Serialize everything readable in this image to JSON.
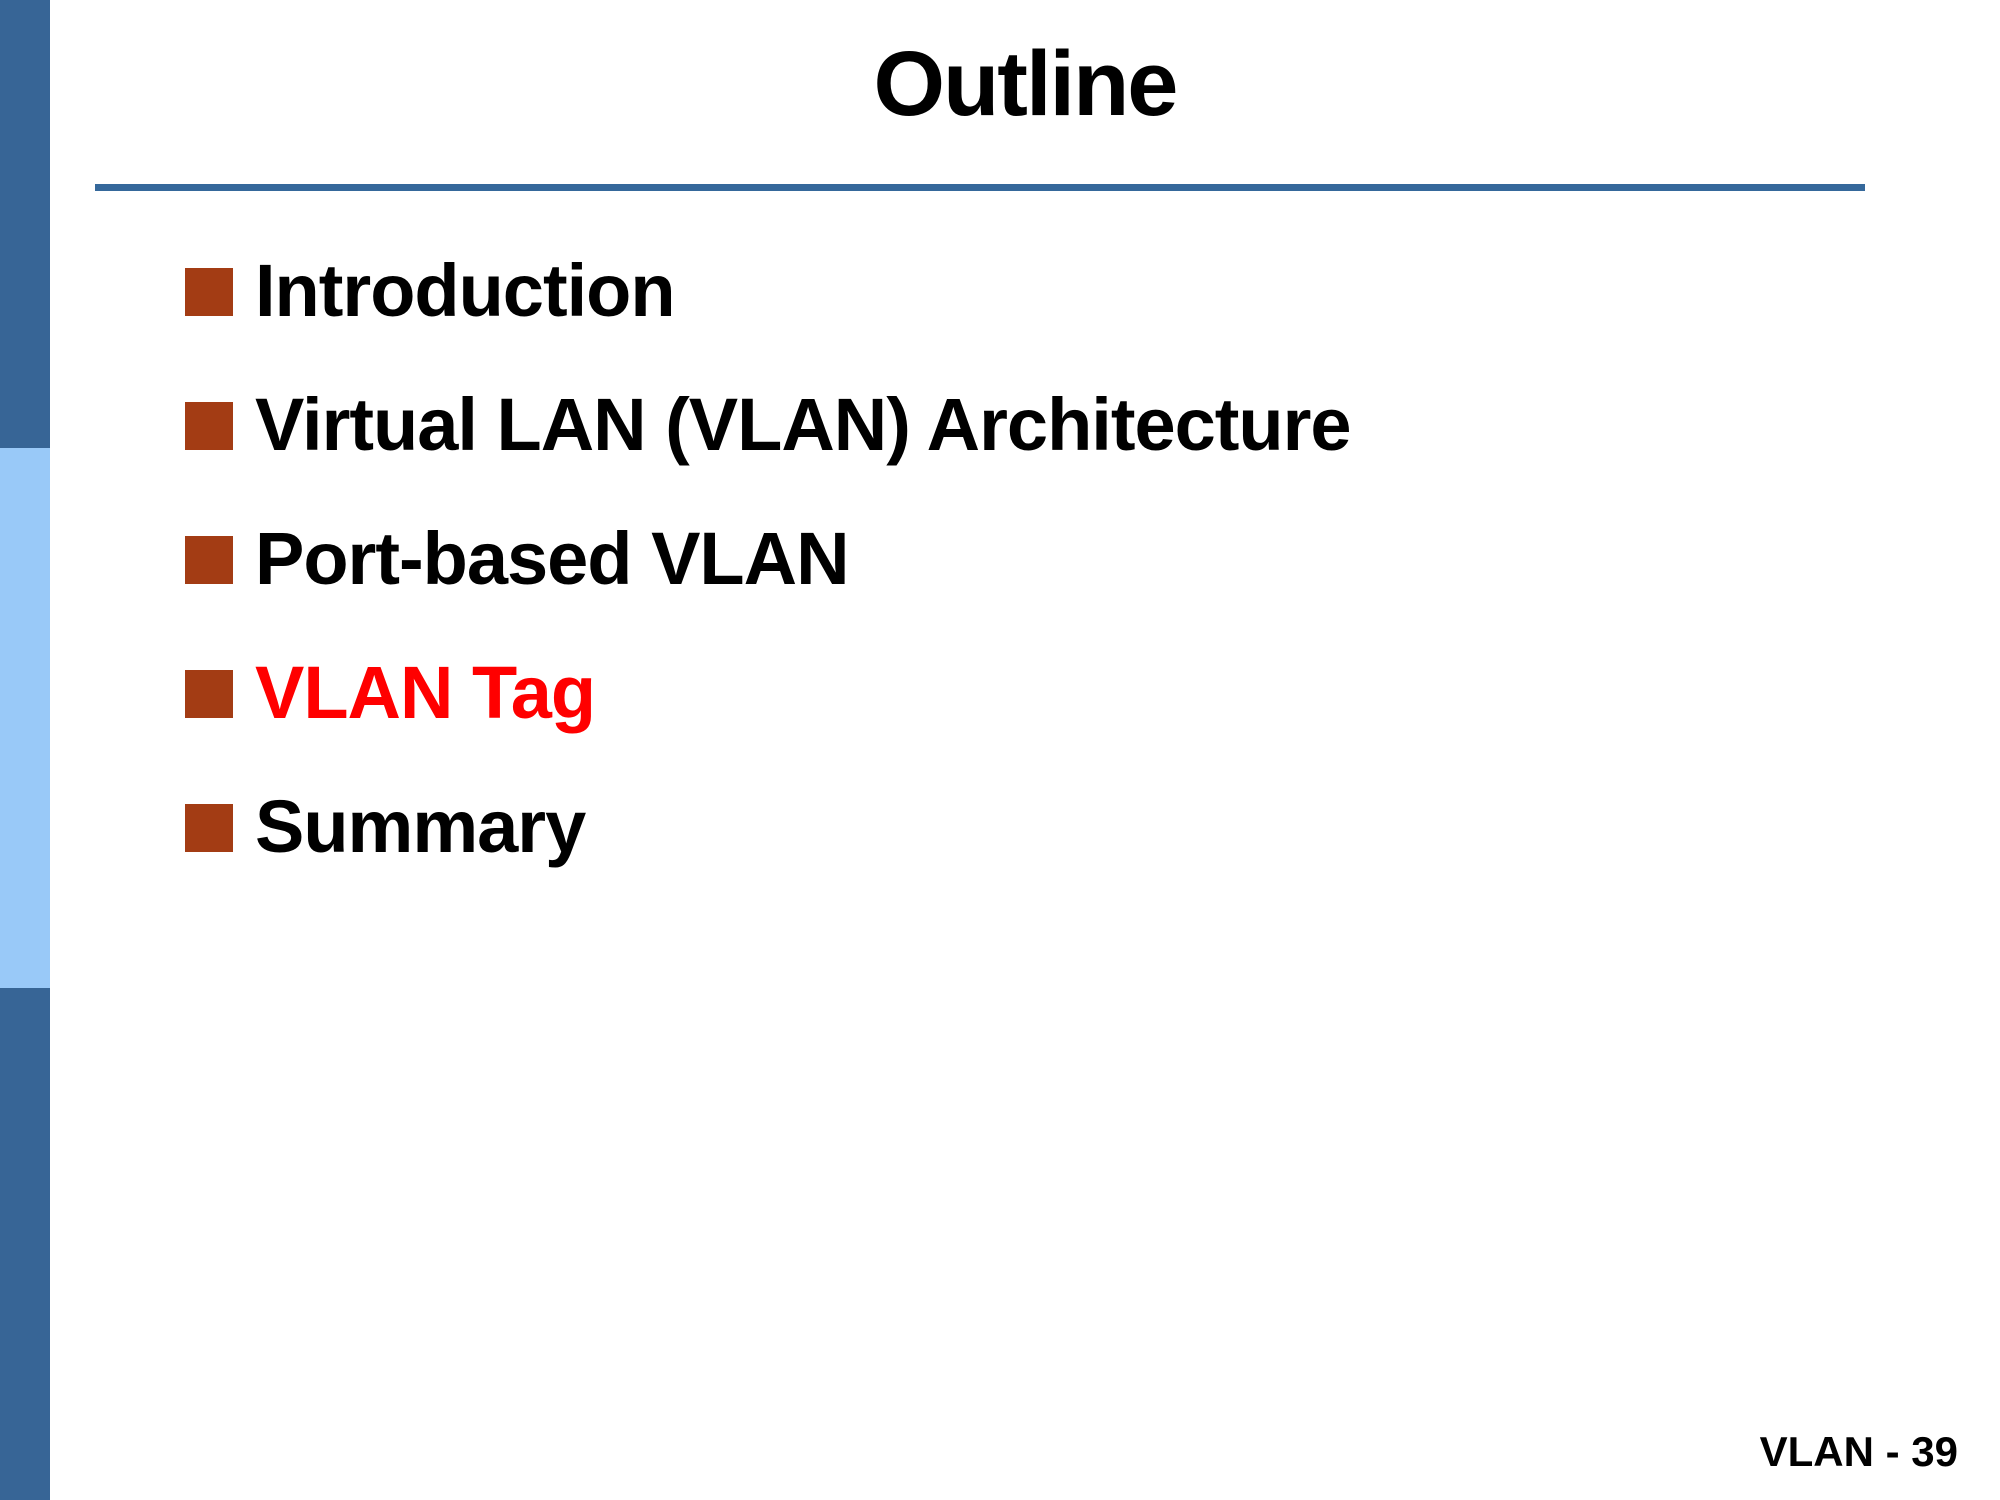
{
  "slide": {
    "title": "Outline",
    "items": [
      {
        "label": "Introduction",
        "highlighted": false
      },
      {
        "label": "Virtual LAN (VLAN) Architecture",
        "highlighted": false
      },
      {
        "label": "Port-based VLAN",
        "highlighted": false
      },
      {
        "label": "VLAN Tag",
        "highlighted": true
      },
      {
        "label": "Summary",
        "highlighted": false
      }
    ],
    "footer": "VLAN - 39",
    "colors": {
      "sidebar_dark": "#376596",
      "sidebar_light": "#99C9F8",
      "rule": "#35689B",
      "bullet": "#A33C14",
      "highlight": "#FF0000",
      "text": "#000000"
    }
  }
}
